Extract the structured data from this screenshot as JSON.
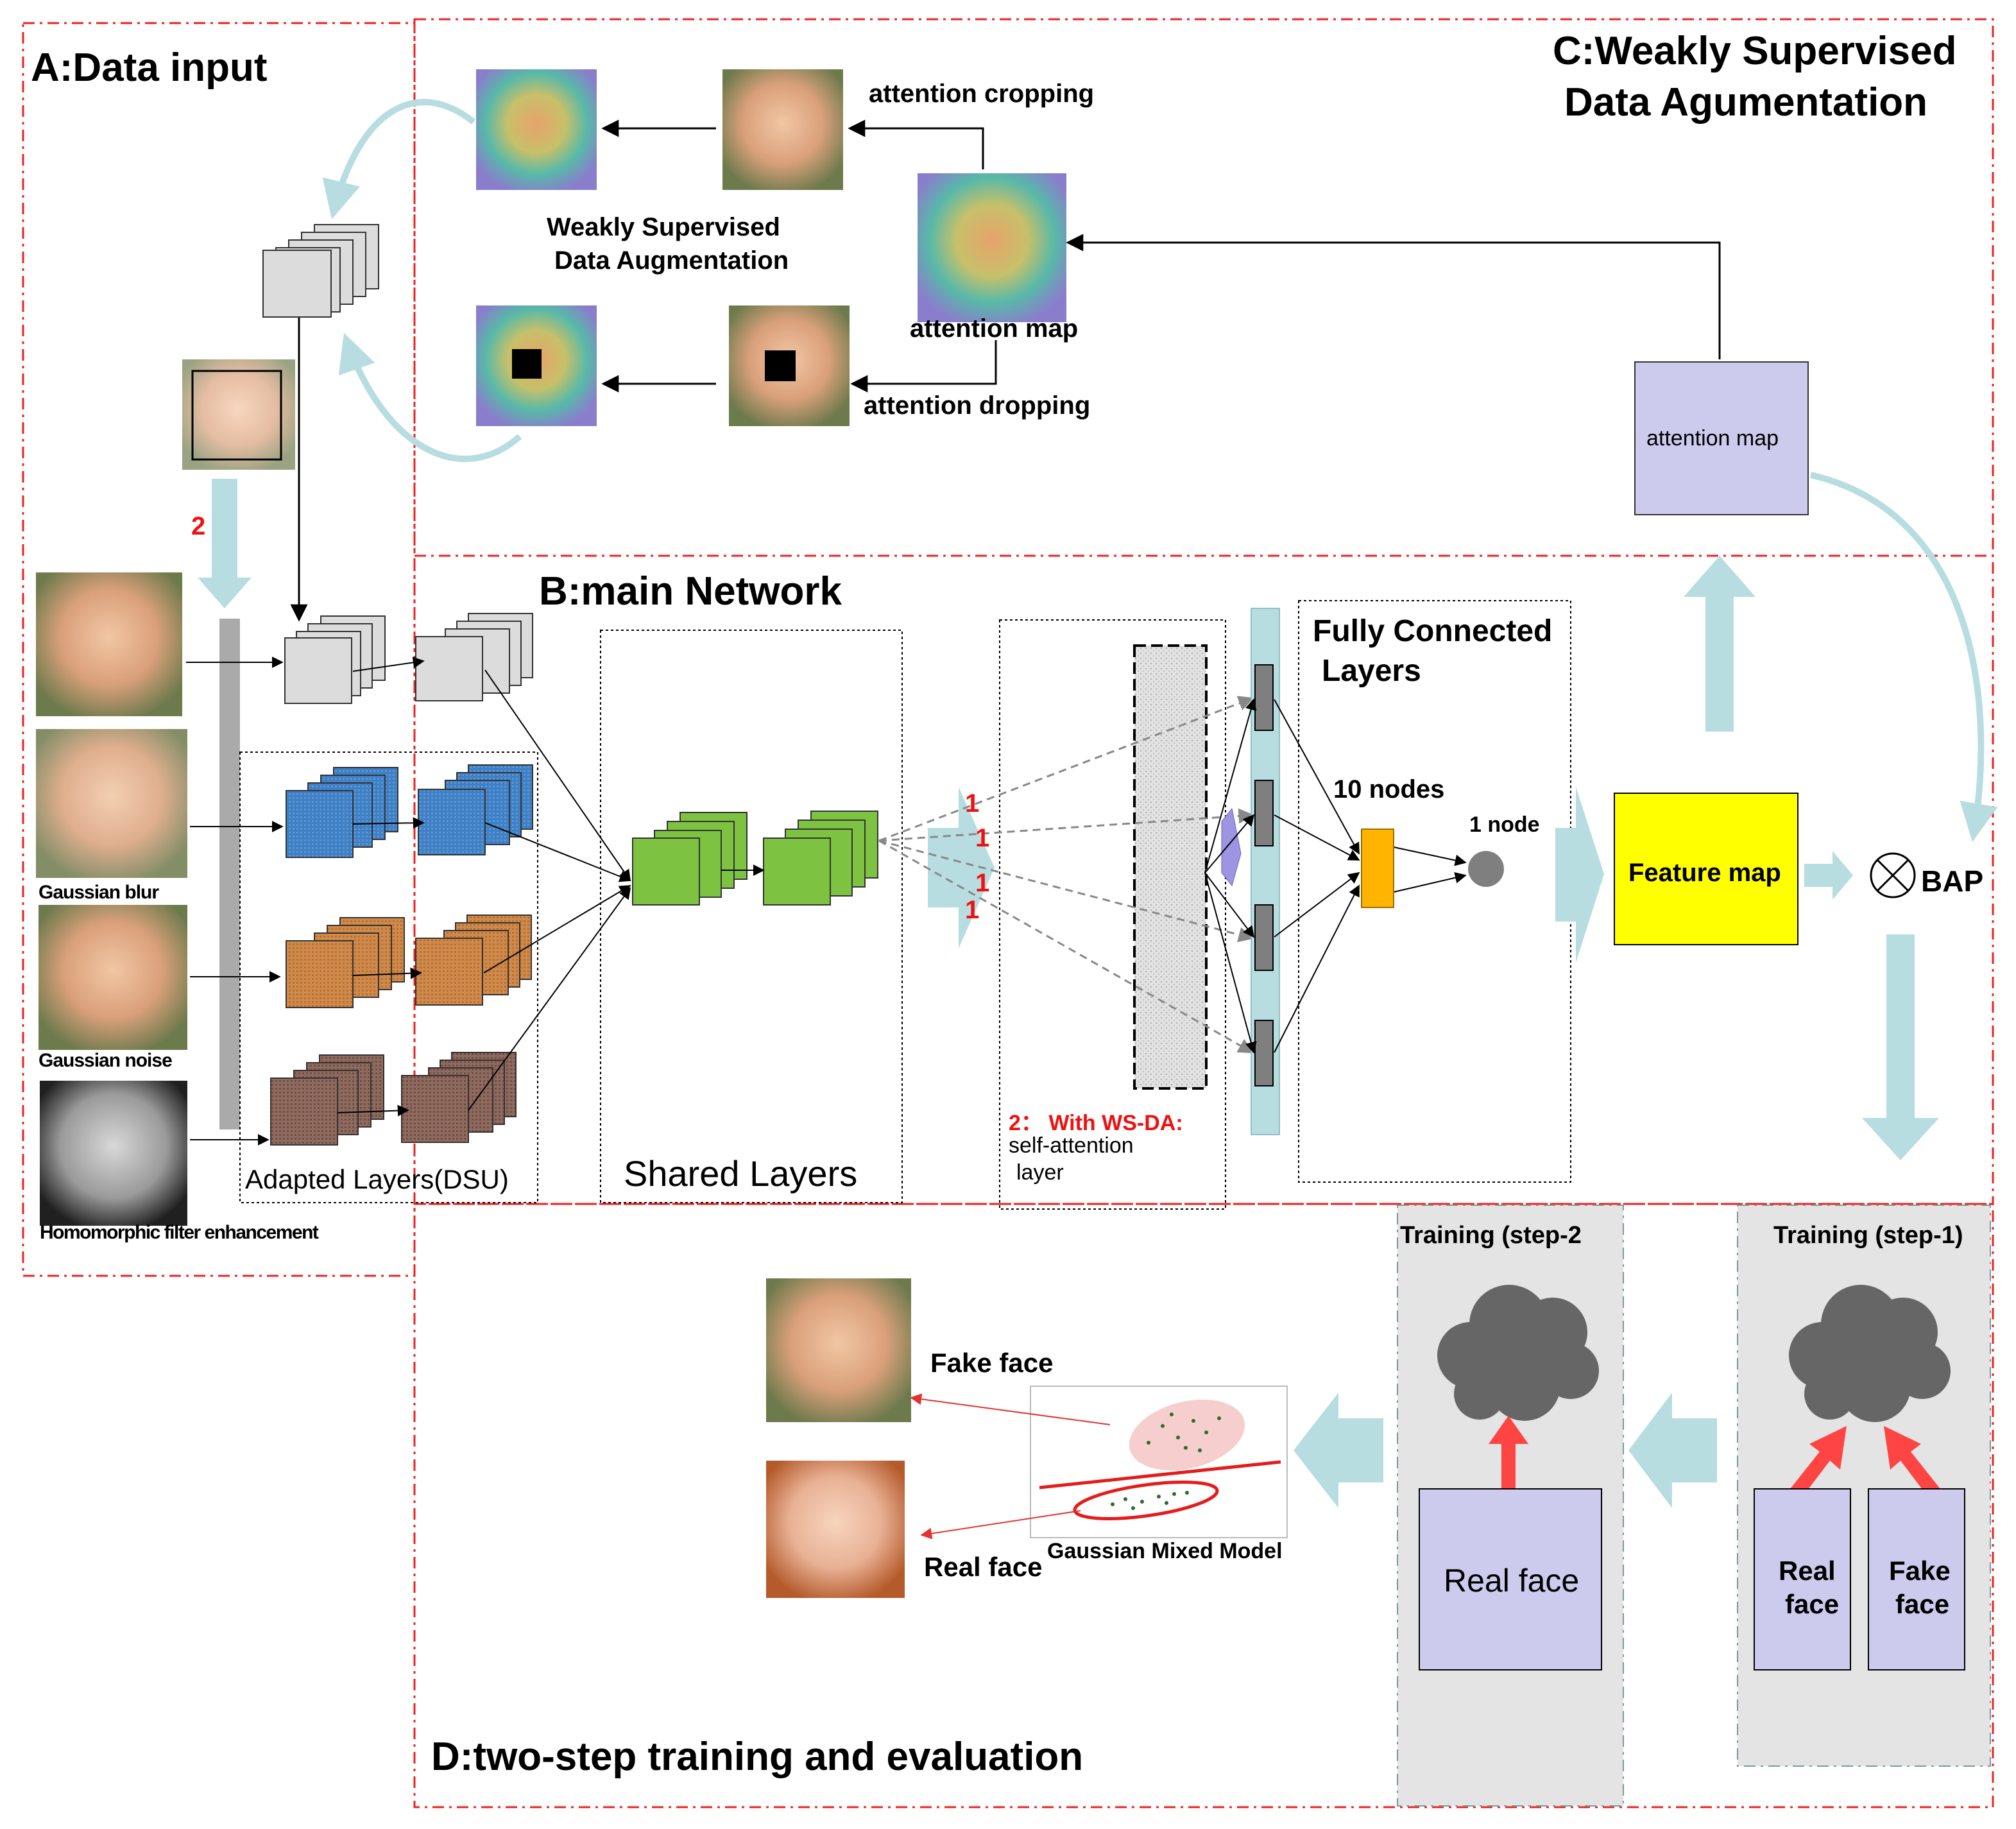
{
  "sections": {
    "a_title": "A:Data input",
    "b_title": "B:main Network",
    "c_title_line1": "C:Weakly Supervised",
    "c_title_line2": "Data Agumentation",
    "d_title": "D:two-step training and evaluation"
  },
  "wsda": {
    "attention_cropping": "attention cropping",
    "attention_dropping": "attention dropping",
    "attention_map_img": "attention map",
    "weak_line1": "Weakly Supervised",
    "weak_line2": "Data Augmentation",
    "attention_map_box": "attention map"
  },
  "inputs": {
    "gaussian_blur": "Gaussian blur",
    "gaussian_noise": "Gaussian noise",
    "homomorphic": "Homomorphic filter enhancement",
    "arrow_label_2": "2",
    "adapted_layers": "Adapted  Layers(DSU)"
  },
  "network": {
    "shared_layers": "Shared Layers",
    "with_wsda": "2： With WS-DA:",
    "self_attention_1": "self-attention",
    "self_attention_2": "layer",
    "mark_1": "1",
    "fc_line1": "Fully Connected",
    "fc_line2": "Layers",
    "ten_nodes": "10 nodes",
    "one_node": "1 node",
    "feature_map": "Feature map",
    "bap": "BAP"
  },
  "training": {
    "step2_title": "Training (step-2",
    "step1_title": "Training (step-1)",
    "real_face_big": "Real face",
    "real_face_l1": "Real",
    "real_face_l2": "face",
    "fake_face_l1": "Fake",
    "fake_face_l2": "face",
    "fake_face_out": "Fake face",
    "real_face_out": "Real face",
    "gmm": "Gaussian Mixed Model"
  },
  "colors": {
    "section_border": "#ee2222",
    "arrow_fill": "#b7dde0",
    "purple_box": "#cccbee",
    "feature_map": "#ffff00",
    "node_orange": "#ffb400",
    "green_block": "#7dc240",
    "blue_block": "#3f7fc4",
    "orange_block": "#d08a4a",
    "brown_block": "#8f6a5e",
    "gray_panel": "#e4e4e4",
    "cloud": "#666666"
  }
}
